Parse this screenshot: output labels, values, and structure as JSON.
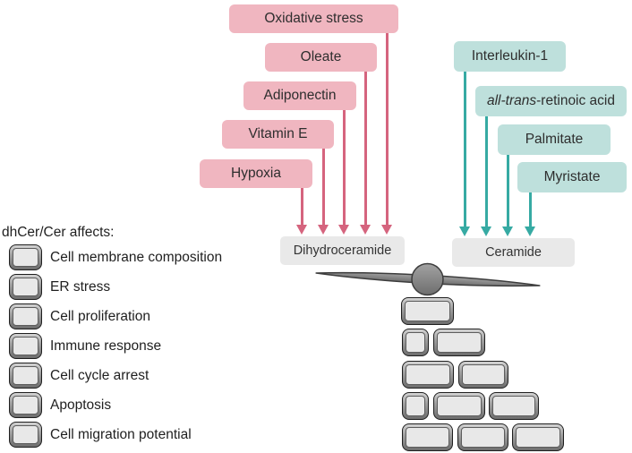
{
  "affects": {
    "title": "dhCer/Cer affects:",
    "items": [
      "Cell membrane composition",
      "ER stress",
      "Cell proliferation",
      "Immune response",
      "Cell cycle arrest",
      "Apoptosis",
      "Cell migration potential"
    ]
  },
  "dihydroceramide_factors": {
    "box_color": "#f0b6c0",
    "arrow_color": "#d5647e",
    "items": [
      "Oxidative stress",
      "Oleate",
      "Adiponectin",
      "Vitamin E",
      "Hypoxia"
    ]
  },
  "ceramide_factors": {
    "box_color": "#bee0dc",
    "arrow_color": "#36aaa3",
    "items": [
      {
        "label": "Interleukin-1"
      },
      {
        "label": "all-trans-retinoic acid",
        "italic_prefix": "all-trans",
        "rest": "-retinoic acid"
      },
      {
        "label": "Palmitate"
      },
      {
        "label": "Myristate"
      }
    ]
  },
  "balance": {
    "left_label": "Dihydroceramide",
    "right_label": "Ceramide",
    "beam_color": "#8d8d8d",
    "beam_outline": "#3c3c3c",
    "result_box_color": "#e9e9e9"
  },
  "wall": {
    "rows_brick_counts": [
      1,
      2,
      2,
      3,
      3
    ],
    "total_bricks": 11
  }
}
